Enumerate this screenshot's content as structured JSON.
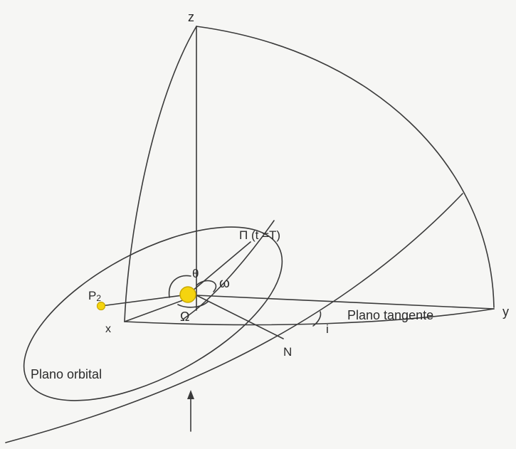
{
  "labels": {
    "z": "z",
    "y": "y",
    "x": "x",
    "periapsis": "Π (t =T)",
    "theta": "θ",
    "omega_small": "ω",
    "omega_big": "Ω",
    "p2_main": "P",
    "p2_sub": "2",
    "node": "N",
    "inclination": "i",
    "tangent_plane": "Plano tangente",
    "orbital_plane": "Plano orbital"
  },
  "colors": {
    "line": "#3a3a3a",
    "sun_fill": "#f5d40f",
    "sun_stroke": "#c9a800",
    "background": "#f6f6f4"
  }
}
